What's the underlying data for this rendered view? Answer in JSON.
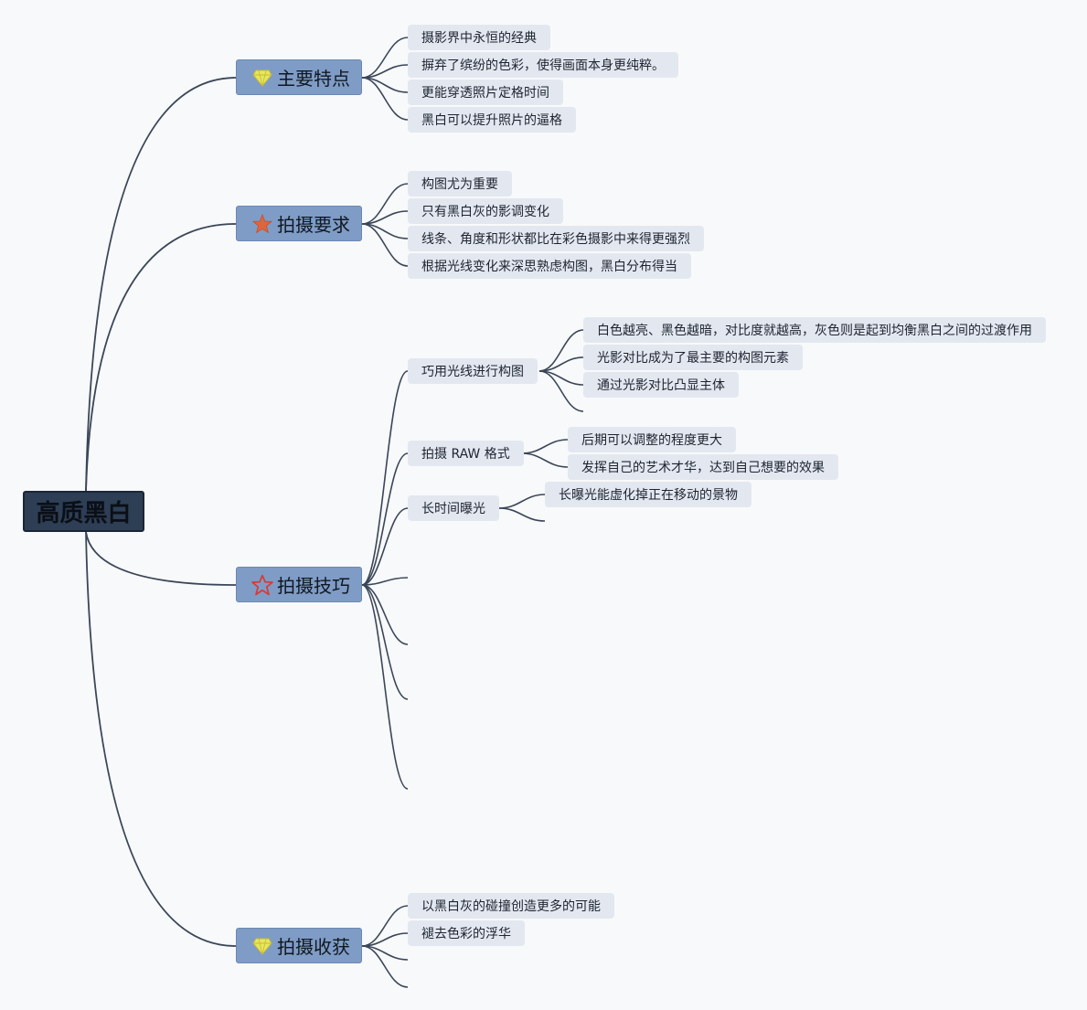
{
  "root": {
    "label": "高质黑白"
  },
  "branches": [
    {
      "label": "主要特点",
      "icon": "diamond-icon",
      "items": [
        "摄影界中永恒的经典",
        "摒弃了缤纷的色彩，使得画面本身更纯粹。",
        "更能穿透照片定格时间",
        "黑白可以提升照片的逼格"
      ]
    },
    {
      "label": "拍摄要求",
      "icon": "star-filled-icon",
      "items": [
        "构图尤为重要",
        "只有黑白灰的影调变化",
        "线条、角度和形状都比在彩色摄影中来得更强烈",
        "根据光线变化来深思熟虑构图，黑白分布得当"
      ]
    },
    {
      "label": "拍摄技巧",
      "icon": "star-outline-icon",
      "items": [
        {
          "label": "巧用光线进行构图",
          "children": [
            "白色越亮、黑色越暗，对比度就越高，灰色则是起到均衡黑白之间的过渡作用",
            "光影对比成为了最主要的构图元素",
            "通过光影对比凸显主体"
          ]
        },
        {
          "label": "拍摄 RAW 格式",
          "children": [
            "后期可以调整的程度更大",
            "发挥自己的艺术才华，达到自己想要的效果"
          ]
        },
        {
          "label": "长时间曝光",
          "children": [
            "长曝光能虚化掉正在移动的景物"
          ]
        }
      ]
    },
    {
      "label": "拍摄收获",
      "icon": "diamond-icon",
      "items": [
        "以黑白灰的碰撞创造更多的可能",
        "褪去色彩的浮华"
      ]
    }
  ],
  "colors": {
    "background": "#f8f9fa",
    "root_fill": "#2d3e55",
    "main_fill": "#7f9cc6",
    "leaf_fill": "#e3e8f0",
    "line": "#3a4658",
    "diamond": "#e6e85a",
    "star_filled": "#e0653a",
    "star_outline": "#d93a3a"
  }
}
